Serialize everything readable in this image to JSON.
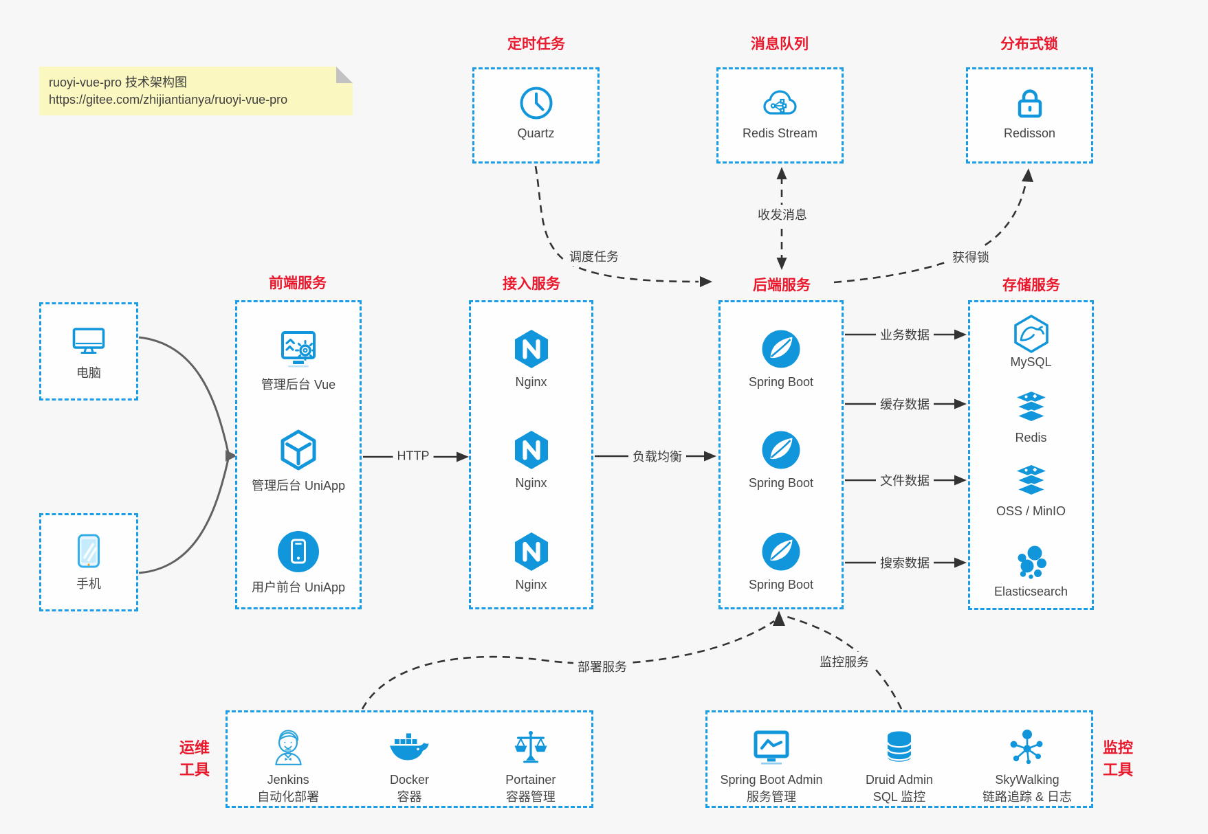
{
  "note": {
    "line1": "ruoyi-vue-pro 技术架构图",
    "line2": "https://gitee.com/zhijiantianya/ruoyi-vue-pro"
  },
  "colors": {
    "accent_blue": "#1296db",
    "border_blue": "#1b9ce6",
    "title_red": "#e9182d"
  },
  "groups": {
    "scheduler": {
      "title": "定时任务",
      "item": "Quartz"
    },
    "mq": {
      "title": "消息队列",
      "item": "Redis Stream"
    },
    "lock": {
      "title": "分布式锁",
      "item": "Redisson"
    },
    "clients": {
      "computer": "电脑",
      "phone": "手机"
    },
    "frontend": {
      "title": "前端服务",
      "items": [
        "管理后台 Vue",
        "管理后台 UniApp",
        "用户前台 UniApp"
      ]
    },
    "gateway": {
      "title": "接入服务",
      "items": [
        "Nginx",
        "Nginx",
        "Nginx"
      ]
    },
    "backend": {
      "title": "后端服务",
      "items": [
        "Spring Boot",
        "Spring Boot",
        "Spring Boot"
      ]
    },
    "storage": {
      "title": "存储服务",
      "items": [
        "MySQL",
        "Redis",
        "OSS / MinIO",
        "Elasticsearch"
      ]
    },
    "ops": {
      "label_line1": "运维",
      "label_line2": "工具",
      "items": [
        {
          "name": "Jenkins",
          "desc": "自动化部署"
        },
        {
          "name": "Docker",
          "desc": "容器"
        },
        {
          "name": "Portainer",
          "desc": "容器管理"
        }
      ]
    },
    "monitor": {
      "label_line1": "监控",
      "label_line2": "工具",
      "items": [
        {
          "name": "Spring Boot Admin",
          "desc": "服务管理"
        },
        {
          "name": "Druid Admin",
          "desc": "SQL 监控"
        },
        {
          "name": "SkyWalking",
          "desc": "链路追踪 & 日志"
        }
      ]
    }
  },
  "edges": {
    "http": "HTTP",
    "load_balance": "负载均衡",
    "schedule": "调度任务",
    "message": "收发消息",
    "acquire_lock": "获得锁",
    "deploy": "部署服务",
    "monitor_svc": "监控服务",
    "biz_data": "业务数据",
    "cache_data": "缓存数据",
    "file_data": "文件数据",
    "search_data": "搜索数据"
  }
}
